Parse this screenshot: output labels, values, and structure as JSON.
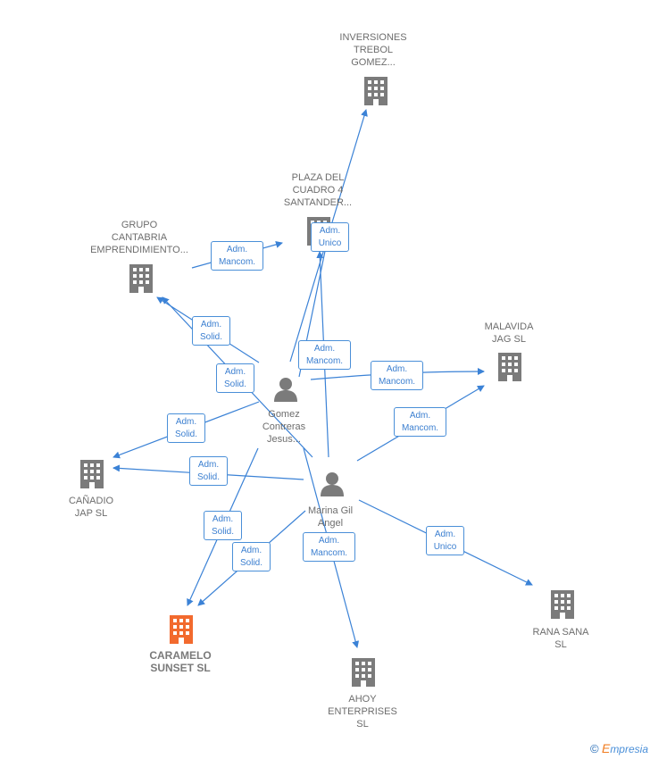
{
  "companies": [
    {
      "id": "inversiones",
      "label": "INVERSIONES\nTREBOL\nGOMEZ...",
      "focus": false
    },
    {
      "id": "plaza",
      "label": "PLAZA DEL\nCUADRO 4\nSANTANDER...",
      "focus": false
    },
    {
      "id": "grupo",
      "label": "GRUPO\nCANTABRIA\nEMPRENDIMIENTO...",
      "focus": false
    },
    {
      "id": "malavida",
      "label": "MALAVIDA\nJAG  SL",
      "focus": false
    },
    {
      "id": "canadio",
      "label": "CAÑADIO\nJAP  SL",
      "focus": false
    },
    {
      "id": "caramelo",
      "label": "CARAMELO\nSUNSET  SL",
      "focus": true
    },
    {
      "id": "ahoy",
      "label": "AHOY\nENTERPRISES\nSL",
      "focus": false
    },
    {
      "id": "rana",
      "label": "RANA SANA\nSL",
      "focus": false
    }
  ],
  "persons": [
    {
      "id": "gomez",
      "label": "Gomez\nContreras\nJesus..."
    },
    {
      "id": "marina",
      "label": "Marina Gil\nAngel"
    }
  ],
  "edge_labels": [
    {
      "id": "grupo-mancom",
      "text": "Adm.\nMancom."
    },
    {
      "id": "plaza-unico",
      "text": "Adm.\nUnico"
    },
    {
      "id": "grupo-solid-1",
      "text": "Adm.\nSolid."
    },
    {
      "id": "grupo-solid-2",
      "text": "Adm.\nSolid."
    },
    {
      "id": "plaza-mancom",
      "text": "Adm.\nMancom."
    },
    {
      "id": "malavida-mancom-1",
      "text": "Adm.\nMancom."
    },
    {
      "id": "malavida-mancom-2",
      "text": "Adm.\nMancom."
    },
    {
      "id": "canadio-solid-1",
      "text": "Adm.\nSolid."
    },
    {
      "id": "canadio-solid-2",
      "text": "Adm.\nSolid."
    },
    {
      "id": "caramelo-solid-1",
      "text": "Adm.\nSolid."
    },
    {
      "id": "caramelo-solid-2",
      "text": "Adm.\nSolid."
    },
    {
      "id": "ahoy-mancom",
      "text": "Adm.\nMancom."
    },
    {
      "id": "rana-unico",
      "text": "Adm.\nUnico"
    }
  ],
  "colors": {
    "edge": "#3b82d6",
    "building": "#7b7b7b",
    "focus_building": "#f26a2e",
    "person": "#7b7b7b"
  },
  "footer": {
    "copyright": "©",
    "brand": "mpresia",
    "brand_initial": "E"
  }
}
